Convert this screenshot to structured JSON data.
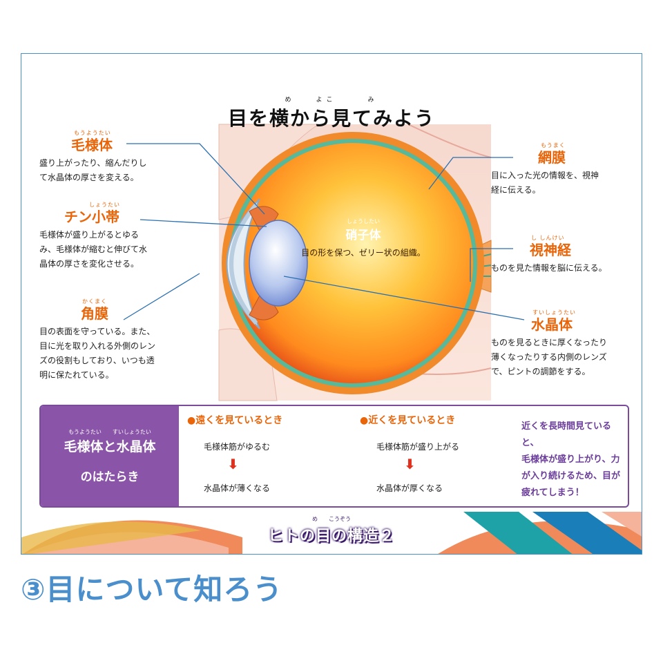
{
  "poster": {
    "title": "目を横から見てみよう",
    "title_ruby": "め　　よこ　　　み",
    "labels": {
      "ciliary_body": {
        "ruby": "もうようたい",
        "name": "毛様体",
        "desc": "盛り上がったり、縮んだりし\nて水晶体の厚さを変える。"
      },
      "zonule": {
        "ruby": "しょうたい",
        "name": "チン小帯",
        "desc": "毛様体が盛り上がるとゆる\nみ、毛様体が縮むと伸びて水\n晶体の厚さを変化させる。"
      },
      "cornea": {
        "ruby": "かくまく",
        "name": "角膜",
        "desc": "目の表面を守っている。また、\n目に光を取り入れる外側のレン\nズの役割もしており、いつも透\n明に保たれている。"
      },
      "retina": {
        "ruby": "もうまく",
        "name": "網膜",
        "desc": "目に入った光の情報を、視神\n経に伝える。"
      },
      "optic_nerve": {
        "ruby": "し しんけい",
        "name": "視神経",
        "desc": "ものを見た情報を脳に伝える。"
      },
      "lens": {
        "ruby": "すいしょうたい",
        "name": "水晶体",
        "desc": "ものを見るときに厚くなったり\n薄くなったりする内側のレンズ\nで、ピントの調節をする。"
      },
      "vitreous": {
        "ruby": "しょうしたい",
        "name": "硝子体",
        "desc": "目の形を保つ、ゼリー状の組織。"
      }
    },
    "function_box": {
      "ruby": "もうようたい　　すいしょうたい",
      "title": "毛様体と水晶体",
      "subtitle": "のはたらき",
      "far": {
        "title": "●遠くを見ているとき",
        "line1": "毛様体筋がゆるむ",
        "line2": "水晶体が薄くなる"
      },
      "near": {
        "title": "●近くを見ているとき",
        "line1": "毛様体筋が盛り上がる",
        "line2": "水晶体が厚くなる"
      },
      "note": "近くを長時間見ていると、\n毛様体が盛り上がり、力\nが入り続けるため、目が\n疲れてしまう！"
    },
    "banner": {
      "ruby": "め　　こうぞう",
      "text": "ヒトの目の構造２"
    }
  },
  "caption": "③目について知ろう",
  "colors": {
    "accent": "#e8650a",
    "purple": "#8a55a8",
    "frame": "#4a90c8",
    "caption": "#4a8fcc"
  }
}
